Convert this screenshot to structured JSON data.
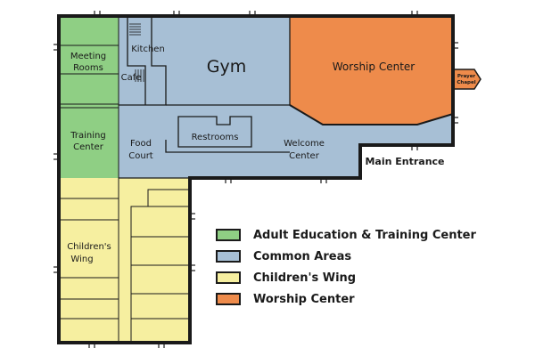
{
  "map": {
    "colors": {
      "adult_education": "#8fcf84",
      "common": "#a7bfd5",
      "childrens": "#f6efa0",
      "worship": "#ee8b4b",
      "wall": "#1a1a1a"
    },
    "rooms": {
      "meeting_rooms": [
        "Meeting",
        "Rooms"
      ],
      "training_center": [
        "Training",
        "Center"
      ],
      "kitchen": "Kitchen",
      "cafe": "Cafe",
      "gym": "Gym",
      "worship_center": "Worship Center",
      "prayer_chapel": [
        "Prayer",
        "Chapel"
      ],
      "restrooms": "Restrooms",
      "food_court": [
        "Food",
        "Court"
      ],
      "welcome_center": [
        "Welcome",
        "Center"
      ],
      "main_entrance": "Main Entrance",
      "childrens_wing": [
        "Children's",
        "Wing"
      ]
    }
  },
  "legend": {
    "items": [
      {
        "label": "Adult Education & Training Center",
        "color": "#8fcf84"
      },
      {
        "label": "Common Areas",
        "color": "#a7bfd5"
      },
      {
        "label": "Children's Wing",
        "color": "#f6efa0"
      },
      {
        "label": "Worship Center",
        "color": "#ee8b4b"
      }
    ]
  }
}
